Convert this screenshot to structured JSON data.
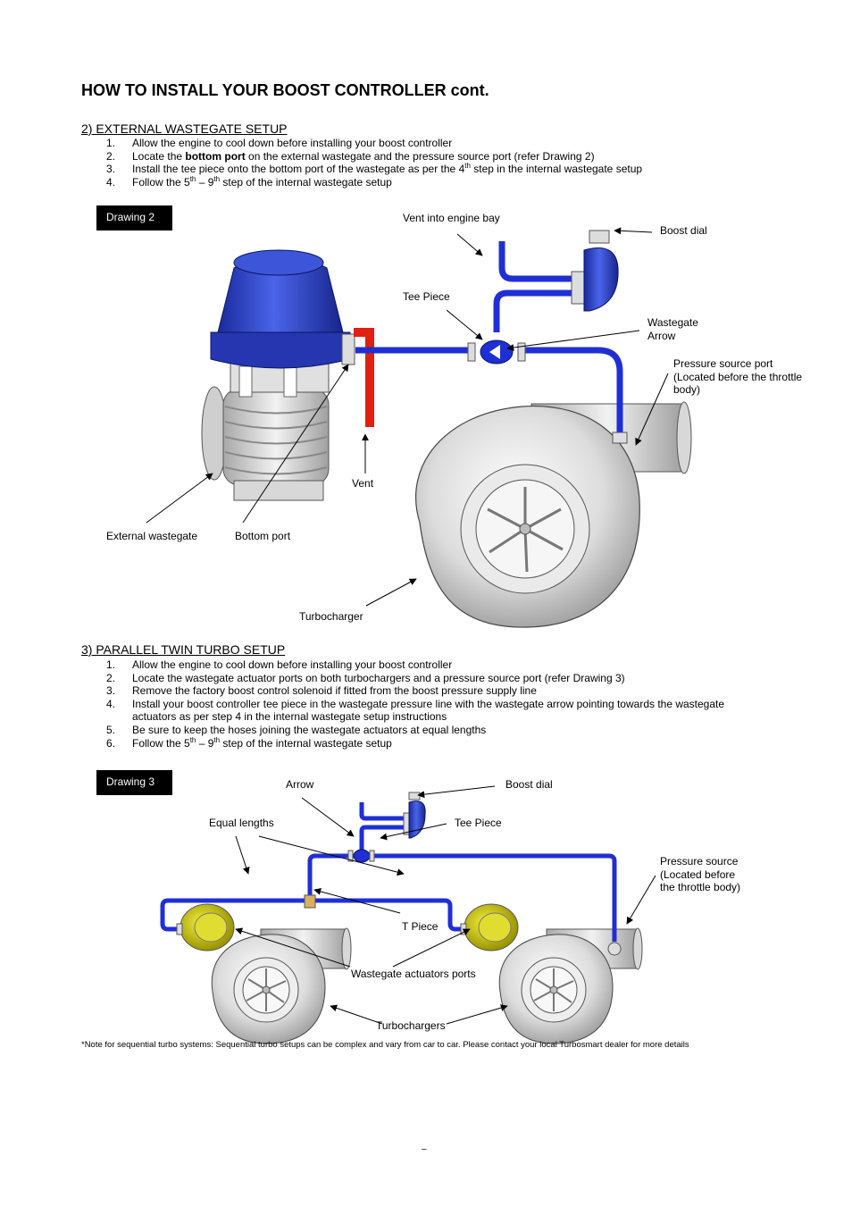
{
  "title": "HOW TO INSTALL YOUR BOOST CONTROLLER cont.",
  "section2": {
    "heading": "2)  EXTERNAL WASTEGATE SETUP",
    "steps": [
      {
        "num": "1.",
        "text": "Allow the engine to cool down before installing your boost controller"
      },
      {
        "num": "2.",
        "pre": "Locate the ",
        "bold": "bottom port",
        "post": " on the external wastegate and the pressure source port (refer Drawing 2)"
      },
      {
        "num": "3.",
        "pre": "Install the tee piece onto the bottom port of the wastegate as per the 4",
        "sup": "th",
        "post": " step in the internal wastegate setup"
      },
      {
        "num": "4.",
        "pre": "Follow the 5",
        "sup1": "th",
        "mid": " – 9",
        "sup2": "th",
        "post": " step of the internal wastegate setup"
      }
    ]
  },
  "drawing2": {
    "tag": "Drawing 2",
    "labels": {
      "vent_bay": "Vent into engine bay",
      "boost_dial": "Boost dial",
      "tee_piece": "Tee Piece",
      "wastegate_arrow_1": "Wastegate",
      "wastegate_arrow_2": "Arrow",
      "pressure_1": "Pressure source port",
      "pressure_2": "(Located before the throttle",
      "pressure_3": "body)",
      "vent": "Vent",
      "external_wastegate": "External wastegate",
      "bottom_port": "Bottom port",
      "turbocharger": "Turbocharger"
    }
  },
  "section3": {
    "heading": "3)  PARALLEL TWIN TURBO SETUP",
    "steps": [
      {
        "num": "1.",
        "text": "Allow the engine to cool down before installing your boost controller"
      },
      {
        "num": "2.",
        "text": "Locate the wastegate actuator ports on both turbochargers and a pressure source port (refer Drawing 3)"
      },
      {
        "num": "3.",
        "text": "Remove the factory boost control solenoid if fitted from the boost pressure supply line"
      },
      {
        "num": "4.",
        "text": "Install your boost controller tee piece in the wastegate pressure line with the wastegate arrow pointing towards the wastegate",
        "text2": "actuators as per step 4 in the internal wastegate setup instructions"
      },
      {
        "num": "5.",
        "text": "Be sure to keep the hoses joining the wastegate actuators at equal lengths"
      },
      {
        "num": "6.",
        "pre": "Follow the 5",
        "sup1": "th",
        "mid": " – 9",
        "sup2": "th",
        "post": " step of the internal wastegate setup"
      }
    ]
  },
  "drawing3": {
    "tag": "Drawing 3",
    "labels": {
      "arrow": "Arrow",
      "boost_dial": "Boost dial",
      "equal_lengths": "Equal lengths",
      "tee_piece": "Tee Piece",
      "pressure_1": "Pressure source",
      "pressure_2": "(Located before",
      "pressure_3": "the throttle body)",
      "t_piece": "T Piece",
      "actuator_ports": "Wastegate actuators ports",
      "turbochargers": "Turbochargers"
    }
  },
  "note": "*Note for sequential turbo systems: Sequential turbo setups can be complex and vary from car to car. Please contact your local Turbosmart dealer for more details",
  "page_number": "–",
  "colors": {
    "hose": "#1f2fd6",
    "vent": "#e02010",
    "wastegate_blue": "#2a3fc4",
    "actuator": "#c8c000",
    "metal": "#cfcfcf"
  }
}
